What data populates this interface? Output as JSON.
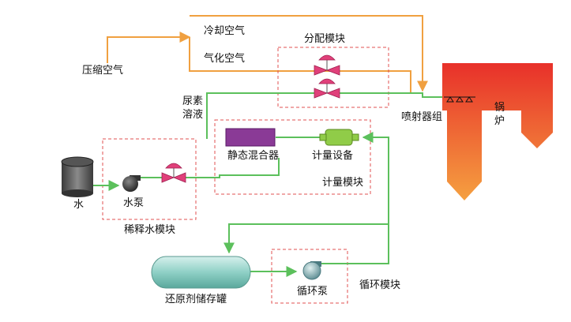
{
  "labels": {
    "compressed_air": "压缩空气",
    "cooling_air": "冷却空气",
    "vaporizing_air": "气化空气",
    "distribution_module": "分配模块",
    "urea_solution_line1": "尿素",
    "urea_solution_line2": "溶液",
    "injector_group": "喷射器组",
    "boiler_line1": "锅",
    "boiler_line2": "炉",
    "static_mixer": "静态混合器",
    "metering_device": "计量设备",
    "metering_module": "计量模块",
    "water": "水",
    "water_pump": "水泵",
    "dilution_water_module": "稀释水模块",
    "reductant_tank": "还原剂储存罐",
    "circulation_pump": "循环泵",
    "circulation_module": "循环模块"
  },
  "colors": {
    "air_line": "#f0a040",
    "liquid_line": "#5cc05c",
    "module_border": "#e05050",
    "valve": "#e0407a",
    "mixer": "#8a3a96",
    "meter": "#90cc48",
    "tank": "#9ed8d0",
    "boiler_top": "#e8302a",
    "boiler_bottom": "#f5a040"
  }
}
